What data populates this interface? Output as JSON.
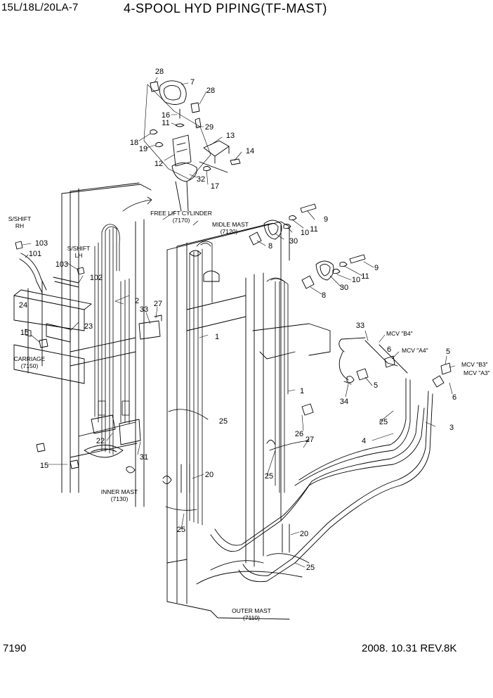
{
  "header": {
    "model": "15L/18L/20LA-7",
    "title": "4-SPOOL HYD PIPING(TF-MAST)"
  },
  "footer": {
    "page_number": "7190",
    "date_rev": "2008. 10.31  REV.8K"
  },
  "labels": {
    "free_lift_cylinder": "FREE LIFT CYLINDER",
    "free_lift_cylinder_no": "(7170)",
    "midle_mast": "MIDLE MAST",
    "midle_mast_no": "(7120)",
    "carriage": "CARRIAGE",
    "carriage_no": "(7150)",
    "inner_mast": "INNER MAST",
    "inner_mast_no": "(7130)",
    "outer_mast": "OUTER MAST",
    "outer_mast_no": "(7110)",
    "sshift_rh_1": "S/SHIFT",
    "sshift_rh_2": "RH",
    "sshift_lh_1": "S/SHIFT",
    "sshift_lh_2": "LH",
    "mcv_b4": "MCV \"B4\"",
    "mcv_a4": "MCV \"A4\"",
    "mcv_b3": "MCV \"B3\"",
    "mcv_a3": "MCV \"A3\""
  },
  "callouts": {
    "c28a": "28",
    "c7": "7",
    "c28b": "28",
    "c16": "16",
    "c11a": "11",
    "c29": "29",
    "c13": "13",
    "c18": "18",
    "c19": "19",
    "c14": "14",
    "c12": "12",
    "c32": "32",
    "c17": "17",
    "c9a": "9",
    "c11b": "11",
    "c10a": "10",
    "c30a": "30",
    "c8a": "8",
    "c9b": "9",
    "c11c": "11",
    "c10b": "10",
    "c30b": "30",
    "c8b": "8",
    "c103a": "103",
    "c101": "101",
    "c103b": "103",
    "c102": "102",
    "c2": "2",
    "c33a": "33",
    "c27a": "27",
    "c24": "24",
    "c23": "23",
    "c15a": "15",
    "c1a": "1",
    "c1b": "1",
    "c33b": "33",
    "c6a": "6",
    "c5a": "5",
    "c5b": "5",
    "c6b": "6",
    "c34": "34",
    "c25a": "25",
    "c25b": "25",
    "c3": "3",
    "c4": "4",
    "c26": "26",
    "c27b": "27",
    "c22": "22",
    "c15b": "15",
    "c31": "31",
    "c20a": "20",
    "c25c": "25",
    "c25d": "25",
    "c20b": "20",
    "c25e": "25"
  }
}
